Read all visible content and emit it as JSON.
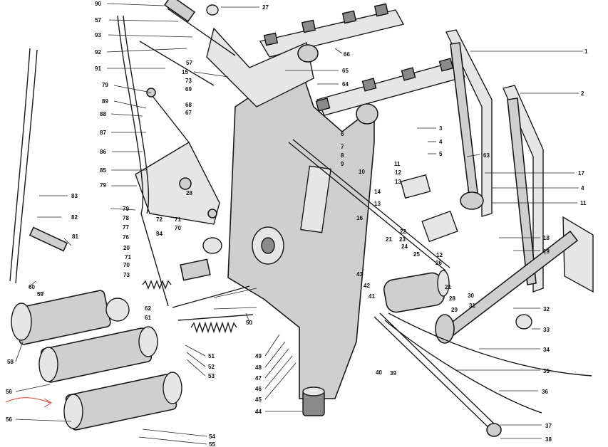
{
  "diagram": {
    "parts": [
      {
        "id": "p1",
        "label": "1"
      },
      {
        "id": "p2",
        "label": "2"
      },
      {
        "id": "p3",
        "label": "3"
      },
      {
        "id": "p4a",
        "label": "4"
      },
      {
        "id": "p4b",
        "label": "4"
      },
      {
        "id": "p5",
        "label": "5"
      },
      {
        "id": "p6",
        "label": "6"
      },
      {
        "id": "p7",
        "label": "7"
      },
      {
        "id": "p8",
        "label": "8"
      },
      {
        "id": "p9",
        "label": "9"
      },
      {
        "id": "p10",
        "label": "10"
      },
      {
        "id": "p11a",
        "label": "11"
      },
      {
        "id": "p11b",
        "label": "11"
      },
      {
        "id": "p12a",
        "label": "12"
      },
      {
        "id": "p12b",
        "label": "12"
      },
      {
        "id": "p13a",
        "label": "13"
      },
      {
        "id": "p13b",
        "label": "13"
      },
      {
        "id": "p14",
        "label": "14"
      },
      {
        "id": "p15",
        "label": "15"
      },
      {
        "id": "p16",
        "label": "16"
      },
      {
        "id": "p17",
        "label": "17"
      },
      {
        "id": "p18",
        "label": "18"
      },
      {
        "id": "p19",
        "label": "19"
      },
      {
        "id": "p20",
        "label": "20"
      },
      {
        "id": "p21a",
        "label": "21"
      },
      {
        "id": "p21b",
        "label": "21"
      },
      {
        "id": "p22",
        "label": "22"
      },
      {
        "id": "p23",
        "label": "23"
      },
      {
        "id": "p24",
        "label": "24"
      },
      {
        "id": "p25",
        "label": "25"
      },
      {
        "id": "p26",
        "label": "26"
      },
      {
        "id": "p27",
        "label": "27"
      },
      {
        "id": "p28a",
        "label": "28"
      },
      {
        "id": "p28b",
        "label": "28"
      },
      {
        "id": "p29",
        "label": "29"
      },
      {
        "id": "p30",
        "label": "30"
      },
      {
        "id": "p31",
        "label": "31"
      },
      {
        "id": "p32",
        "label": "32"
      },
      {
        "id": "p33",
        "label": "33"
      },
      {
        "id": "p34",
        "label": "34"
      },
      {
        "id": "p35",
        "label": "35"
      },
      {
        "id": "p36",
        "label": "36"
      },
      {
        "id": "p37",
        "label": "37"
      },
      {
        "id": "p38",
        "label": "38"
      },
      {
        "id": "p39",
        "label": "39"
      },
      {
        "id": "p40",
        "label": "40"
      },
      {
        "id": "p41",
        "label": "41"
      },
      {
        "id": "p42",
        "label": "42"
      },
      {
        "id": "p43",
        "label": "43"
      },
      {
        "id": "p44",
        "label": "44"
      },
      {
        "id": "p45",
        "label": "45"
      },
      {
        "id": "p46",
        "label": "46"
      },
      {
        "id": "p47",
        "label": "47"
      },
      {
        "id": "p48",
        "label": "48"
      },
      {
        "id": "p49",
        "label": "49"
      },
      {
        "id": "p50",
        "label": "50"
      },
      {
        "id": "p51",
        "label": "51"
      },
      {
        "id": "p52",
        "label": "52"
      },
      {
        "id": "p53",
        "label": "53"
      },
      {
        "id": "p54",
        "label": "54"
      },
      {
        "id": "p55",
        "label": "55"
      },
      {
        "id": "p56a",
        "label": "56"
      },
      {
        "id": "p56b",
        "label": "56"
      },
      {
        "id": "p57a",
        "label": "57"
      },
      {
        "id": "p57b",
        "label": "57"
      },
      {
        "id": "p58",
        "label": "58"
      },
      {
        "id": "p59",
        "label": "59"
      },
      {
        "id": "p60",
        "label": "60"
      },
      {
        "id": "p61",
        "label": "61"
      },
      {
        "id": "p62",
        "label": "62"
      },
      {
        "id": "p63",
        "label": "63"
      },
      {
        "id": "p64",
        "label": "64"
      },
      {
        "id": "p65",
        "label": "65"
      },
      {
        "id": "p66",
        "label": "66"
      },
      {
        "id": "p67",
        "label": "67"
      },
      {
        "id": "p68",
        "label": "68"
      },
      {
        "id": "p69",
        "label": "69"
      },
      {
        "id": "p70a",
        "label": "70"
      },
      {
        "id": "p70b",
        "label": "70"
      },
      {
        "id": "p71a",
        "label": "71"
      },
      {
        "id": "p71b",
        "label": "71"
      },
      {
        "id": "p72",
        "label": "72"
      },
      {
        "id": "p73a",
        "label": "73"
      },
      {
        "id": "p73b",
        "label": "73"
      },
      {
        "id": "p76",
        "label": "76"
      },
      {
        "id": "p77",
        "label": "77"
      },
      {
        "id": "p78",
        "label": "78"
      },
      {
        "id": "p79a",
        "label": "79"
      },
      {
        "id": "p79b",
        "label": "79"
      },
      {
        "id": "p79c",
        "label": "79"
      },
      {
        "id": "p81",
        "label": "81"
      },
      {
        "id": "p82",
        "label": "82"
      },
      {
        "id": "p83",
        "label": "83"
      },
      {
        "id": "p84",
        "label": "84"
      },
      {
        "id": "p85",
        "label": "85"
      },
      {
        "id": "p86",
        "label": "86"
      },
      {
        "id": "p87",
        "label": "87"
      },
      {
        "id": "p88",
        "label": "88"
      },
      {
        "id": "p89",
        "label": "89"
      },
      {
        "id": "p90",
        "label": "90"
      },
      {
        "id": "p91",
        "label": "91"
      },
      {
        "id": "p92",
        "label": "92"
      },
      {
        "id": "p93",
        "label": "93"
      }
    ]
  }
}
